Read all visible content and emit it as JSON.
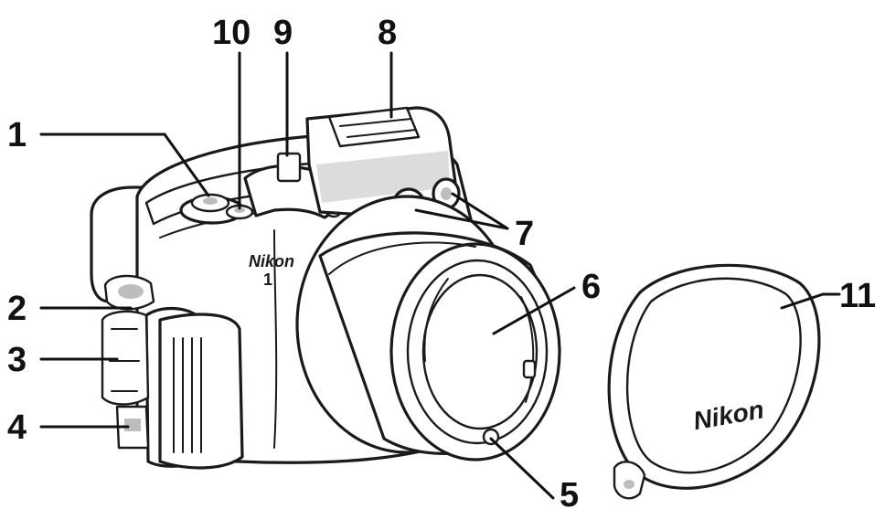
{
  "callouts": [
    {
      "id": "1",
      "label": "1"
    },
    {
      "id": "2",
      "label": "2"
    },
    {
      "id": "3",
      "label": "3"
    },
    {
      "id": "4",
      "label": "4"
    },
    {
      "id": "5",
      "label": "5"
    },
    {
      "id": "6",
      "label": "6"
    },
    {
      "id": "7",
      "label": "7"
    },
    {
      "id": "8",
      "label": "8"
    },
    {
      "id": "9",
      "label": "9"
    },
    {
      "id": "10",
      "label": "10"
    },
    {
      "id": "11",
      "label": "11"
    }
  ],
  "camera": {
    "brand": "Nikon",
    "model_mark": "1"
  },
  "lens_cap": {
    "brand": "Nikon"
  }
}
